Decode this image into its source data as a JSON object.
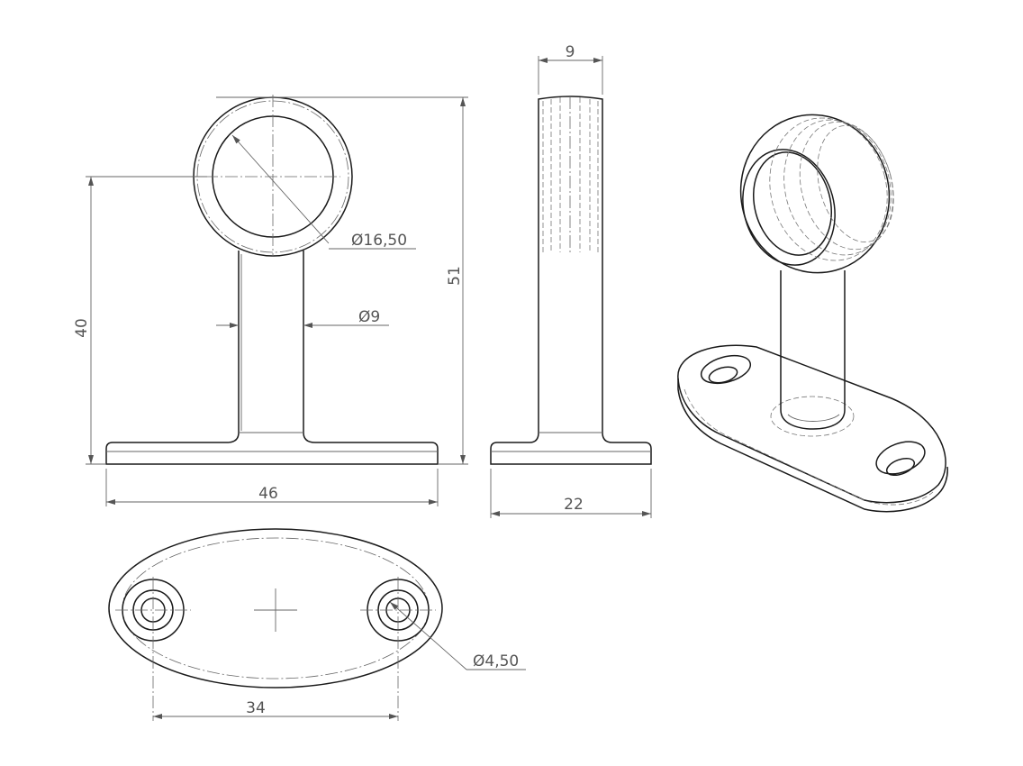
{
  "drawing": {
    "dimensions": {
      "ring_diameter": "16,50",
      "stem_diameter": "9",
      "height_center": "40",
      "height_total": "51",
      "base_length": "46",
      "side_thickness": "9",
      "side_base_width": "22",
      "hole_spacing": "34",
      "hole_diameter": "4,50"
    },
    "diameter_symbol": "Ø"
  }
}
